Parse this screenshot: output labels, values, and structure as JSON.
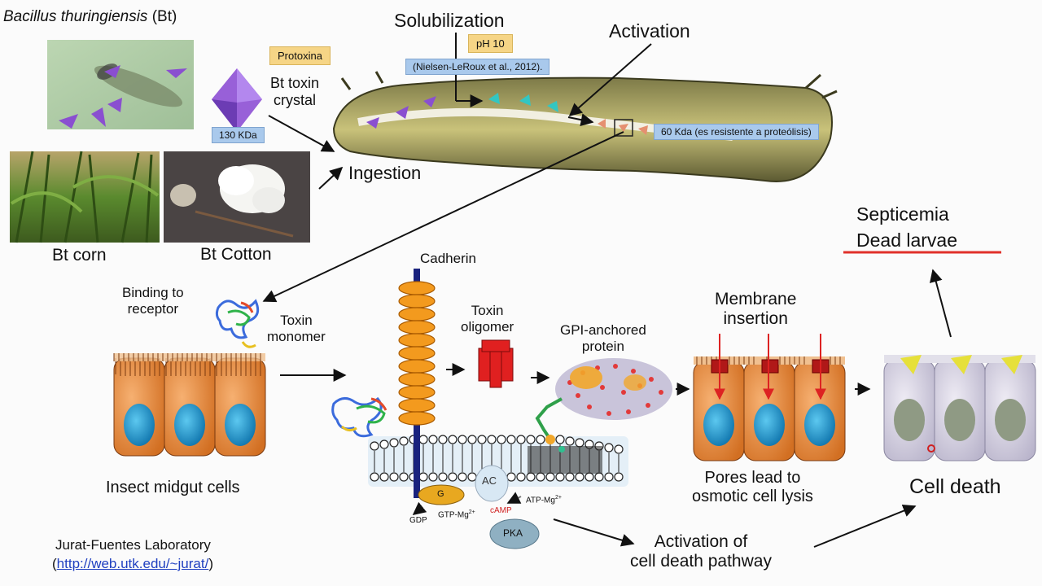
{
  "header": {
    "organism_italic": "Bacillus thuringiensis",
    "organism_suffix": " (Bt)"
  },
  "labels": {
    "protoxina": "Protoxina",
    "bt_toxin_crystal": "Bt toxin\ncrystal",
    "kda_130": "130 KDa",
    "solubilization": "Solubilization",
    "ph10": "pH 10",
    "citation": "(Nielsen-LeRoux et al., 2012).",
    "activation": "Activation",
    "kda_60": "60 Kda (es resistente a proteólisis)",
    "ingestion": "Ingestion",
    "bt_corn": "Bt corn",
    "bt_cotton": "Bt Cotton",
    "septicemia": "Septicemia",
    "dead_larvae": "Dead larvae",
    "binding_to_receptor": "Binding to\nreceptor",
    "cadherin": "Cadherin",
    "toxin_monomer": "Toxin\nmonomer",
    "toxin_oligomer": "Toxin\noligomer",
    "gpi_protein": "GPI-anchored\nprotein",
    "membrane_insertion": "Membrane\ninsertion",
    "insect_midgut_cells": "Insect midgut cells",
    "pores_lead": "Pores lead to\nosmotic cell lysis",
    "cell_death": "Cell death",
    "activation_pathway": "Activation of\ncell death pathway",
    "g": "G",
    "ac": "AC",
    "gdp": "GDP",
    "gtp": "GTP-Mg",
    "camp": "cAMP",
    "atp": "ATP-Mg",
    "sup": "2+",
    "pka": "PKA"
  },
  "footer": {
    "lab": "Jurat-Fuentes Laboratory",
    "url_open": "(",
    "url": "http://web.utk.edu/~jurat/",
    "url_close": ")"
  },
  "colors": {
    "cell_orange": "#e8893a",
    "nucleus_blue": "#1f9fd2",
    "cadherin_orange": "#f39a1e",
    "oligomer_red": "#e02020",
    "underline_red": "#e0302a",
    "dead_cell": "#d8d4e4",
    "link_blue": "#2040c0"
  }
}
